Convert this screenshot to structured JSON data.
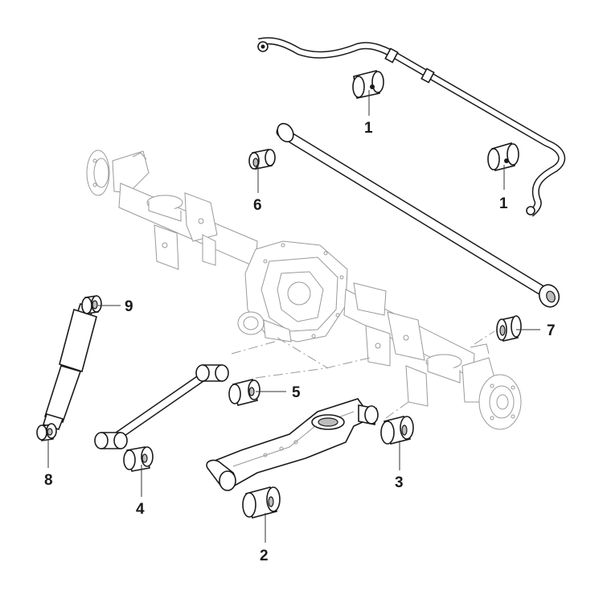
{
  "callouts": [
    {
      "id": "c1a",
      "text": "1"
    },
    {
      "id": "c1b",
      "text": "1"
    },
    {
      "id": "c2",
      "text": "2"
    },
    {
      "id": "c3",
      "text": "3"
    },
    {
      "id": "c4",
      "text": "4"
    },
    {
      "id": "c5",
      "text": "5"
    },
    {
      "id": "c6",
      "text": "6"
    },
    {
      "id": "c7",
      "text": "7"
    },
    {
      "id": "c8",
      "text": "8"
    },
    {
      "id": "c9",
      "text": "9"
    }
  ]
}
